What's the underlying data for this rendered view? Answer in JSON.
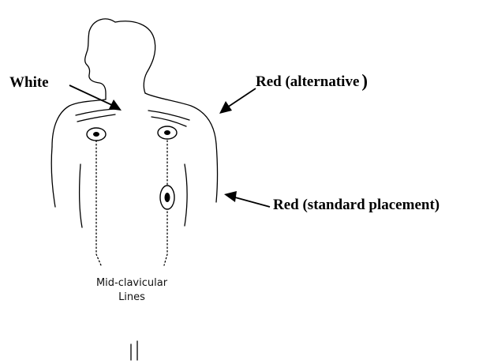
{
  "labels": {
    "white": "White",
    "red_alternative": "Red (alternative",
    "red_alternative_paren": ")",
    "red_standard": "Red (standard placement)"
  },
  "caption": {
    "line1": "Mid-clavicular",
    "line2": "Lines"
  },
  "colors": {
    "ink": "#000000",
    "background": "#ffffff"
  }
}
